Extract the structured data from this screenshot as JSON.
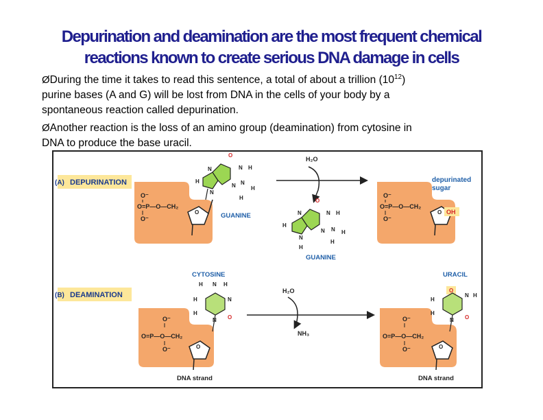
{
  "slide": {
    "title_line1": "Depurination and deamination are the most frequent chemical",
    "title_line2": "reactions known to create serious DNA damage in   cells",
    "bullets": [
      {
        "arrow": "Ø",
        "lines": [
          "During the time it takes to read this sentence, a total of about a trillion (10",
          "12",
          ")",
          "purine bases (A and G) will be lost from DNA in the cells of your body by a",
          "spontaneous reaction called depurination."
        ]
      },
      {
        "arrow": "Ø",
        "lines": [
          "Another reaction is the loss of an amino group (deamination) from cytosine in",
          "DNA to produce the base uracil."
        ]
      }
    ]
  },
  "figure": {
    "panel_a_tag": "(A)",
    "panel_a_title": "DEPURINATION",
    "panel_b_tag": "(B)",
    "panel_b_title": "DEAMINATION",
    "guanine_label": "GUANINE",
    "guanine_free_label": "GUANINE",
    "cytosine_label": "CYTOSINE",
    "uracil_label": "URACIL",
    "depurinated_sugar_line1": "depurinated",
    "depurinated_sugar_line2": "sugar",
    "oh_label": "OH",
    "water_a": "H₂O",
    "water_b": "H₂O",
    "ammonia": "NH₃",
    "dna_strand_left": "DNA strand",
    "dna_strand_right": "DNA strand",
    "phosphate": "O=P—O—CH₂",
    "atoms": {
      "N": "N",
      "H": "H",
      "O": "O",
      "O_minus": "O⁻"
    },
    "colors": {
      "title": "#1f1f8e",
      "backbone": "#f4a76b",
      "label_box": "#fde79a",
      "label_text": "#1a3a8c",
      "guanine_ring": "#9cd653",
      "cytosine_ring": "#b8e07a",
      "oxygen_red": "#d62828",
      "label_blue": "#1f5fa8"
    }
  }
}
